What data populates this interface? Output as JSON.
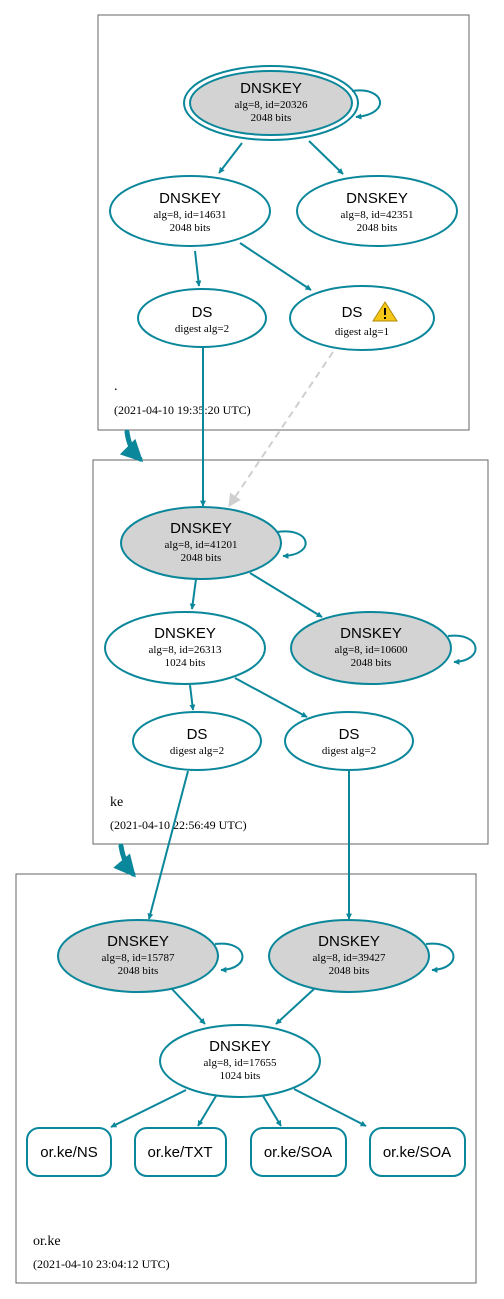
{
  "colors": {
    "edge": "#0a879a",
    "sep_fill": "#d3d3d3",
    "dashed_edge": "#cfcfcf",
    "zone_border": "#666666",
    "warning": "#f5c518"
  },
  "icons": {
    "warning": "warning-icon"
  },
  "zones": {
    "root": {
      "name": ".",
      "timestamp": "(2021-04-10 19:35:20 UTC)",
      "dnskey_20326": {
        "title": "DNSKEY",
        "line1": "alg=8, id=20326",
        "line2": "2048 bits"
      },
      "dnskey_14631": {
        "title": "DNSKEY",
        "line1": "alg=8, id=14631",
        "line2": "2048 bits"
      },
      "dnskey_42351": {
        "title": "DNSKEY",
        "line1": "alg=8, id=42351",
        "line2": "2048 bits"
      },
      "ds_alg2": {
        "title": "DS",
        "line1": "digest alg=2"
      },
      "ds_alg1": {
        "title": "DS",
        "line1": "digest alg=1"
      }
    },
    "ke": {
      "name": "ke",
      "timestamp": "(2021-04-10 22:56:49 UTC)",
      "dnskey_41201": {
        "title": "DNSKEY",
        "line1": "alg=8, id=41201",
        "line2": "2048 bits"
      },
      "dnskey_26313": {
        "title": "DNSKEY",
        "line1": "alg=8, id=26313",
        "line2": "1024 bits"
      },
      "dnskey_10600": {
        "title": "DNSKEY",
        "line1": "alg=8, id=10600",
        "line2": "2048 bits"
      },
      "ds_left": {
        "title": "DS",
        "line1": "digest alg=2"
      },
      "ds_right": {
        "title": "DS",
        "line1": "digest alg=2"
      }
    },
    "orke": {
      "name": "or.ke",
      "timestamp": "(2021-04-10 23:04:12 UTC)",
      "dnskey_15787": {
        "title": "DNSKEY",
        "line1": "alg=8, id=15787",
        "line2": "2048 bits"
      },
      "dnskey_39427": {
        "title": "DNSKEY",
        "line1": "alg=8, id=39427",
        "line2": "2048 bits"
      },
      "dnskey_17655": {
        "title": "DNSKEY",
        "line1": "alg=8, id=17655",
        "line2": "1024 bits"
      },
      "rrsets": [
        "or.ke/NS",
        "or.ke/TXT",
        "or.ke/SOA",
        "or.ke/SOA"
      ]
    }
  }
}
